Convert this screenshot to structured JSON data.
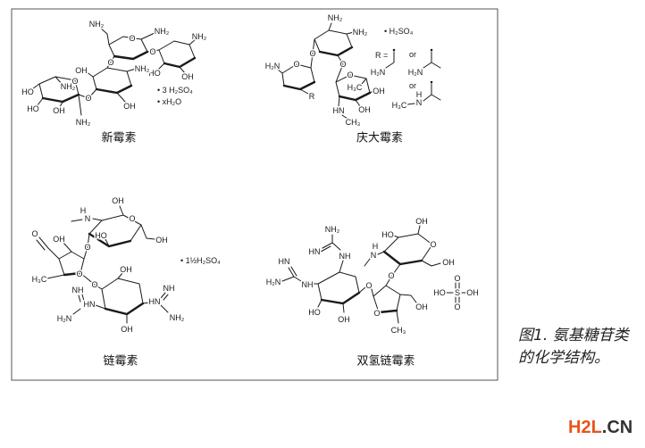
{
  "figure": {
    "caption_line1": "图1. 氨基糖苷类",
    "caption_line2": "的化学结构。"
  },
  "watermark": {
    "part1": "H2L",
    "part2": ".CN"
  },
  "colors": {
    "watermark_accent": "#e8541c",
    "ink": "#1a1a1a",
    "frame": "#555555"
  },
  "molecules": {
    "neomycin": {
      "name": "新霉素",
      "salt": [
        "• 3 H₂SO₄",
        "• xH₂O"
      ],
      "atoms": [
        "NH₂",
        "O",
        "NH₂",
        "O",
        "NH₂",
        "HO",
        "OH",
        "O",
        "NH₂",
        "OH",
        "OH",
        "O",
        "O",
        "NH₂",
        "HO",
        "HO",
        "OH",
        "NH₂"
      ]
    },
    "gentamicin": {
      "name": "庆大霉素",
      "salt": "• H₂SO₄",
      "r_group": [
        "R =",
        "H₂N",
        "or",
        "H₂N",
        "or",
        "H₃C",
        "N",
        "H"
      ],
      "atoms": [
        "NH₂",
        "NH₂",
        "O",
        "O",
        "H₂N",
        "R",
        "O",
        "O",
        "H₃C",
        "OH",
        "OH",
        "HN",
        "CH₃"
      ]
    },
    "streptomycin": {
      "name": "链霉素",
      "salt": "• 1½H₂SO₄",
      "atoms": [
        "OH",
        "O",
        "H",
        "N",
        "HO",
        "OH",
        "O",
        "O",
        "OH",
        "O",
        "H₃C",
        "OH",
        "O",
        "HN",
        "NH",
        "H₂N",
        "HN",
        "NH",
        "NH₂",
        "OH"
      ]
    },
    "dihydrostreptomycin": {
      "name": "双氢链霉素",
      "acid": [
        "HO",
        "S",
        "OH",
        "O",
        "O"
      ],
      "atoms": [
        "NH₂",
        "HN",
        "NH",
        "NH",
        "HN",
        "H₂N",
        "HO",
        "OH",
        "O",
        "O",
        "OH",
        "CH₃",
        "O",
        "O",
        "OH",
        "HO",
        "H",
        "N",
        "OH"
      ]
    }
  }
}
